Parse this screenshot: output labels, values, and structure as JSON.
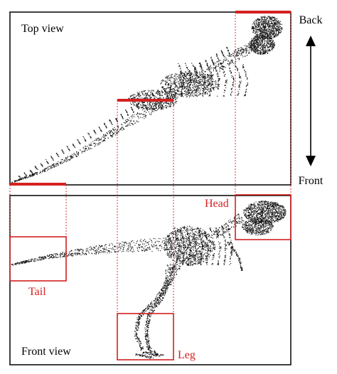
{
  "panels": {
    "top": {
      "label": "Top view"
    },
    "front": {
      "label": "Front view"
    }
  },
  "axis": {
    "back": "Back",
    "front": "Front"
  },
  "regions": {
    "head": "Head",
    "tail": "Tail",
    "leg": "Leg"
  },
  "colors": {
    "highlight": "#d42020",
    "frame": "#000000",
    "points": "#111111"
  }
}
